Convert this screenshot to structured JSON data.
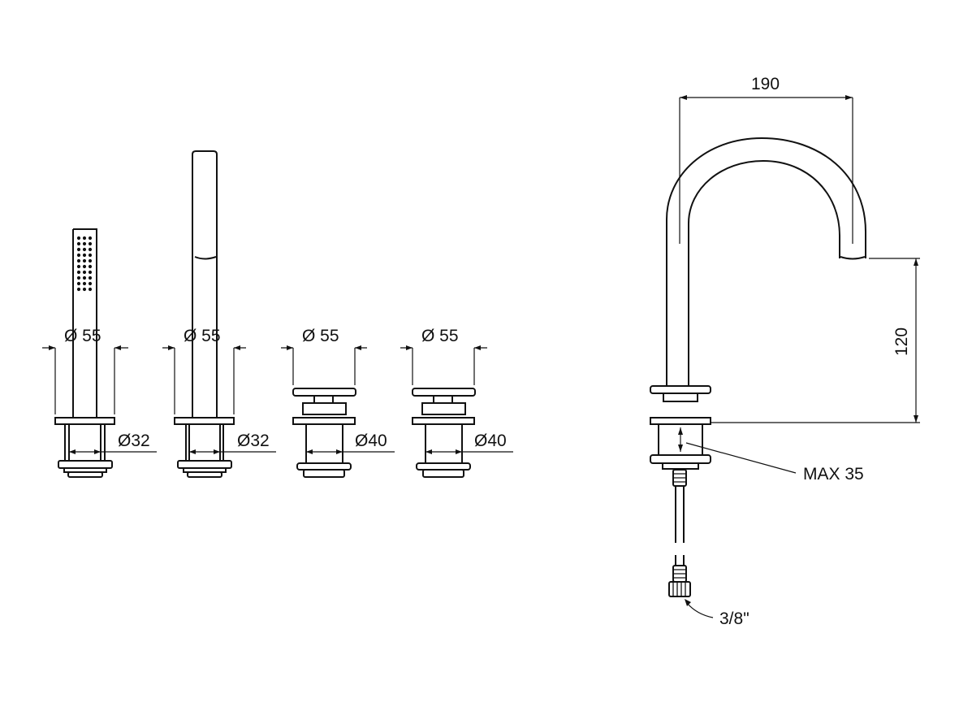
{
  "drawing": {
    "components": [
      {
        "id": "hand-shower",
        "top_diameter": "Ø 55",
        "bottom_diameter": "Ø32"
      },
      {
        "id": "shower-holder",
        "top_diameter": "Ø 55",
        "bottom_diameter": "Ø32"
      },
      {
        "id": "valve-left",
        "top_diameter": "Ø 55",
        "bottom_diameter": "Ø40"
      },
      {
        "id": "valve-right",
        "top_diameter": "Ø 55",
        "bottom_diameter": "Ø40"
      }
    ],
    "spout": {
      "projection": "190",
      "height": "120",
      "max_deck_thickness": "MAX 35",
      "connection": "3/8\""
    }
  }
}
